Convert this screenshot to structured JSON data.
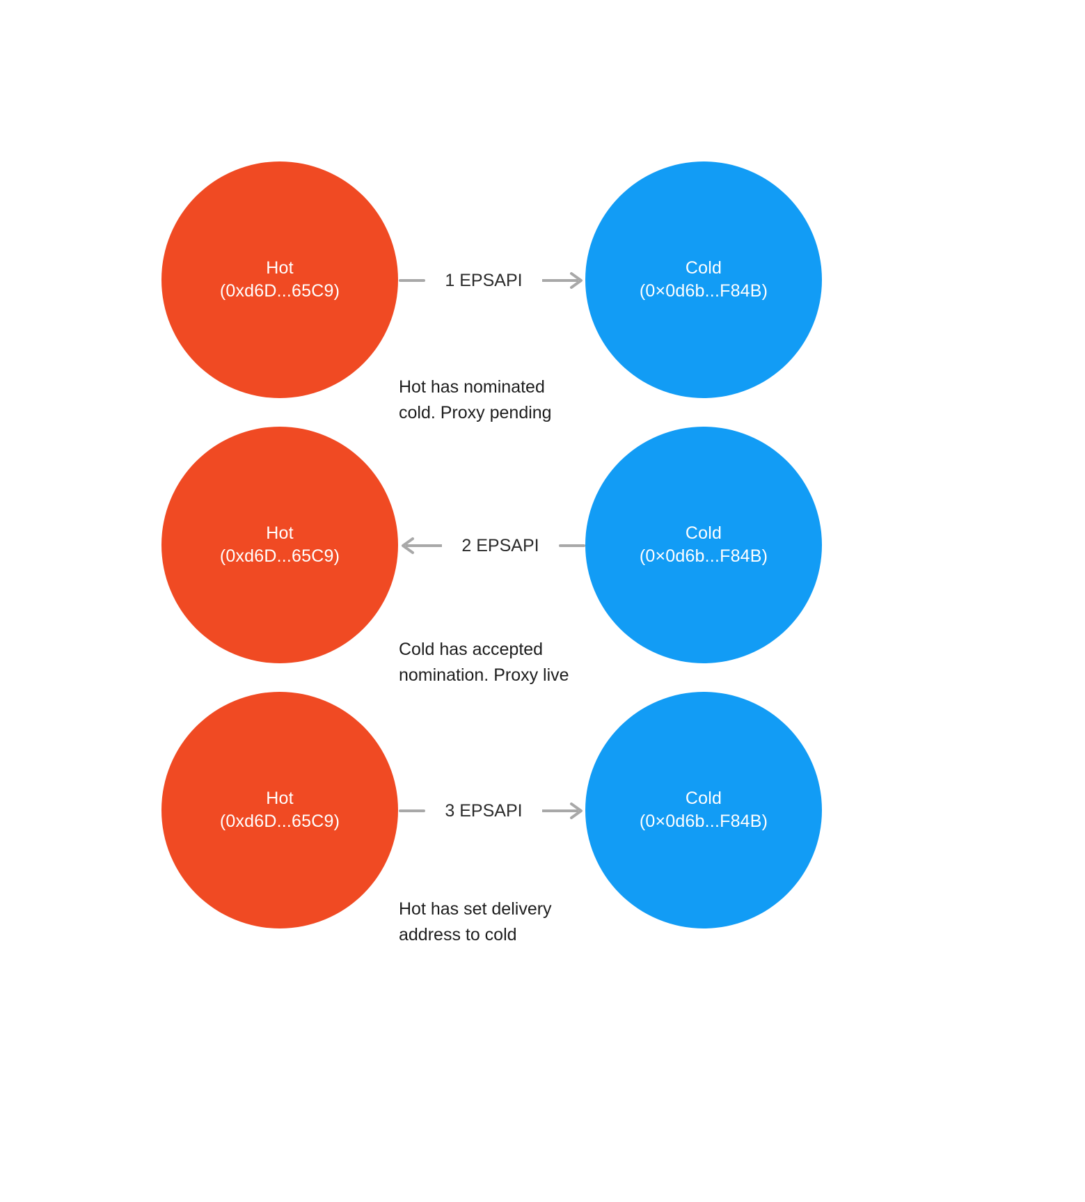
{
  "diagram": {
    "type": "flow",
    "background_color": "#ffffff",
    "palette": {
      "hot": "#f04a23",
      "cold": "#129cf5",
      "connector": "#a8a8a8",
      "label_text": "#2b2b2b",
      "caption_text": "#1d1d1d",
      "node_text": "#ffffff"
    },
    "rows": [
      {
        "id": "row-1",
        "hot": {
          "title": "Hot",
          "address": "(0xd6D...65C9)"
        },
        "cold": {
          "title": "Cold",
          "address": "(0×0d6b...F84B)"
        },
        "connector": {
          "label": "1 EPSAPI",
          "direction": "right",
          "icon": "arrow-right-icon"
        },
        "caption": {
          "line1": "Hot has nominated",
          "line2": "cold. Proxy pending"
        }
      },
      {
        "id": "row-2",
        "hot": {
          "title": "Hot",
          "address": "(0xd6D...65C9)"
        },
        "cold": {
          "title": "Cold",
          "address": "(0×0d6b...F84B)"
        },
        "connector": {
          "label": "2 EPSAPI",
          "direction": "left",
          "icon": "arrow-left-icon"
        },
        "caption": {
          "line1": "Cold has accepted",
          "line2": "nomination. Proxy live"
        }
      },
      {
        "id": "row-3",
        "hot": {
          "title": "Hot",
          "address": "(0xd6D...65C9)"
        },
        "cold": {
          "title": "Cold",
          "address": "(0×0d6b...F84B)"
        },
        "connector": {
          "label": "3 EPSAPI",
          "direction": "right",
          "icon": "arrow-right-icon"
        },
        "caption": {
          "line1": "Hot has set delivery",
          "line2": "address to cold"
        }
      }
    ]
  }
}
